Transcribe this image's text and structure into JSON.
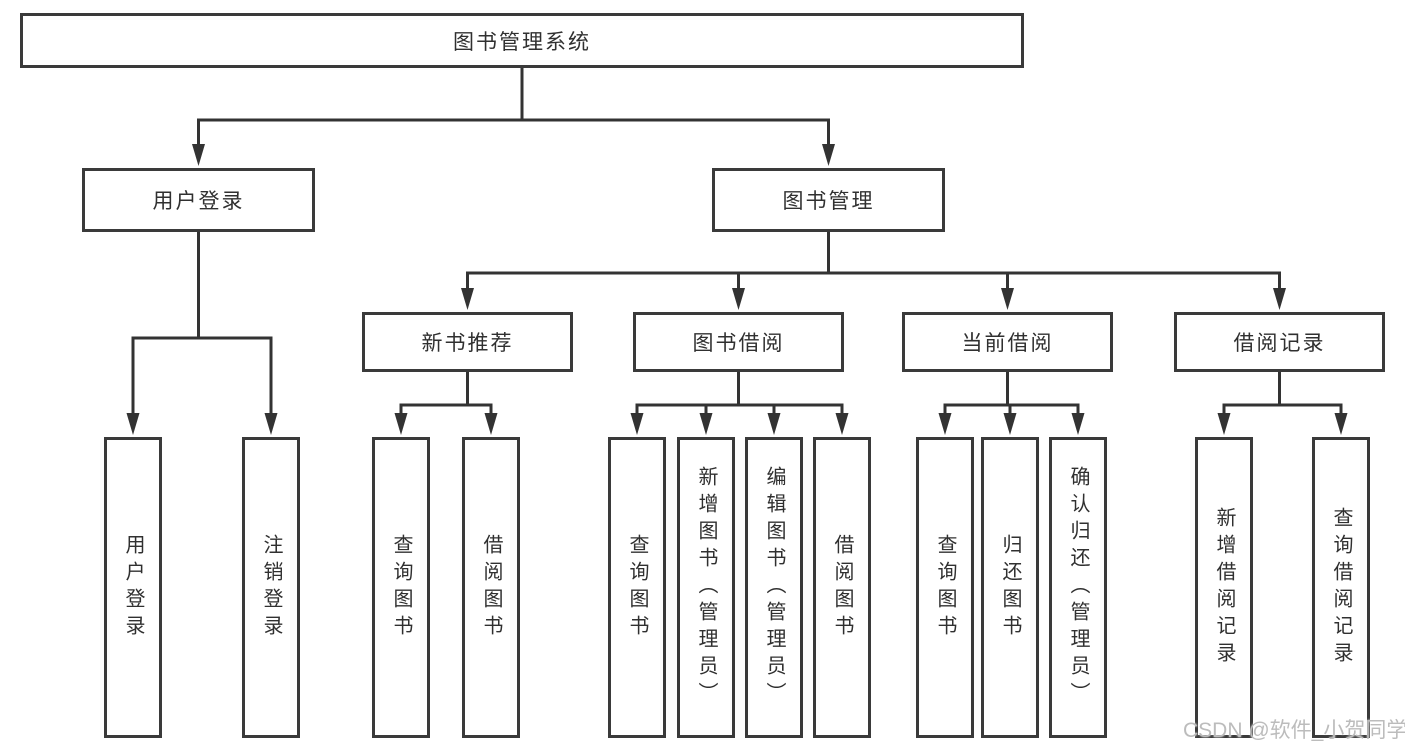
{
  "diagram": {
    "root": {
      "label": "图书管理系统"
    },
    "branches": [
      {
        "label": "用户登录",
        "children": [
          {
            "label": "用户登录"
          },
          {
            "label": "注销登录"
          }
        ]
      },
      {
        "label": "图书管理",
        "children": [
          {
            "label": "新书推荐",
            "children": [
              {
                "label": "查询图书"
              },
              {
                "label": "借阅图书"
              }
            ]
          },
          {
            "label": "图书借阅",
            "children": [
              {
                "label": "查询图书"
              },
              {
                "label": "新增图书（管理员）"
              },
              {
                "label": "编辑图书（管理员）"
              },
              {
                "label": "借阅图书"
              }
            ]
          },
          {
            "label": "当前借阅",
            "children": [
              {
                "label": "查询图书"
              },
              {
                "label": "归还图书"
              },
              {
                "label": "确认归还（管理员）"
              }
            ]
          },
          {
            "label": "借阅记录",
            "children": [
              {
                "label": "新增借阅记录"
              },
              {
                "label": "查询借阅记录"
              }
            ]
          }
        ]
      }
    ]
  },
  "watermark": {
    "text": "CSDN @软件_小贺同学"
  },
  "colors": {
    "line": "#333333",
    "box_border": "#3a3a3a",
    "text": "#303030",
    "watermark": "#bcbcbc",
    "background": "#ffffff"
  }
}
